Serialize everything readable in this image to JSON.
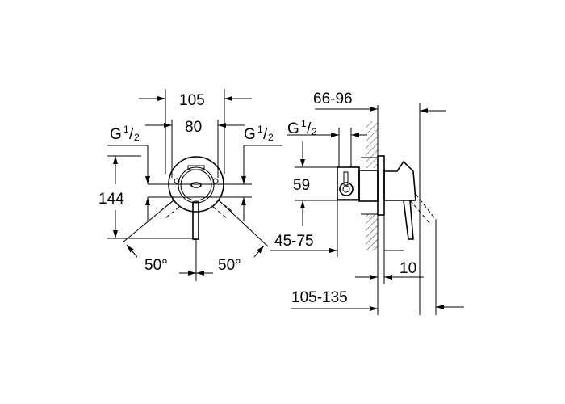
{
  "front_view": {
    "width_outer": "105",
    "width_inner": "80",
    "thread_left": {
      "g": "G",
      "num": "1",
      "slash": "/",
      "den": "2"
    },
    "thread_right": {
      "g": "G",
      "num": "1",
      "slash": "/",
      "den": "2"
    },
    "height": "144",
    "angle_left": "50°",
    "angle_right": "50°"
  },
  "side_view": {
    "projection": "66-96",
    "thread": {
      "g": "G",
      "num": "1",
      "slash": "/",
      "den": "2"
    },
    "height": "59",
    "install_depth": "45-75",
    "flange": "10",
    "total_depth": "105-135"
  }
}
